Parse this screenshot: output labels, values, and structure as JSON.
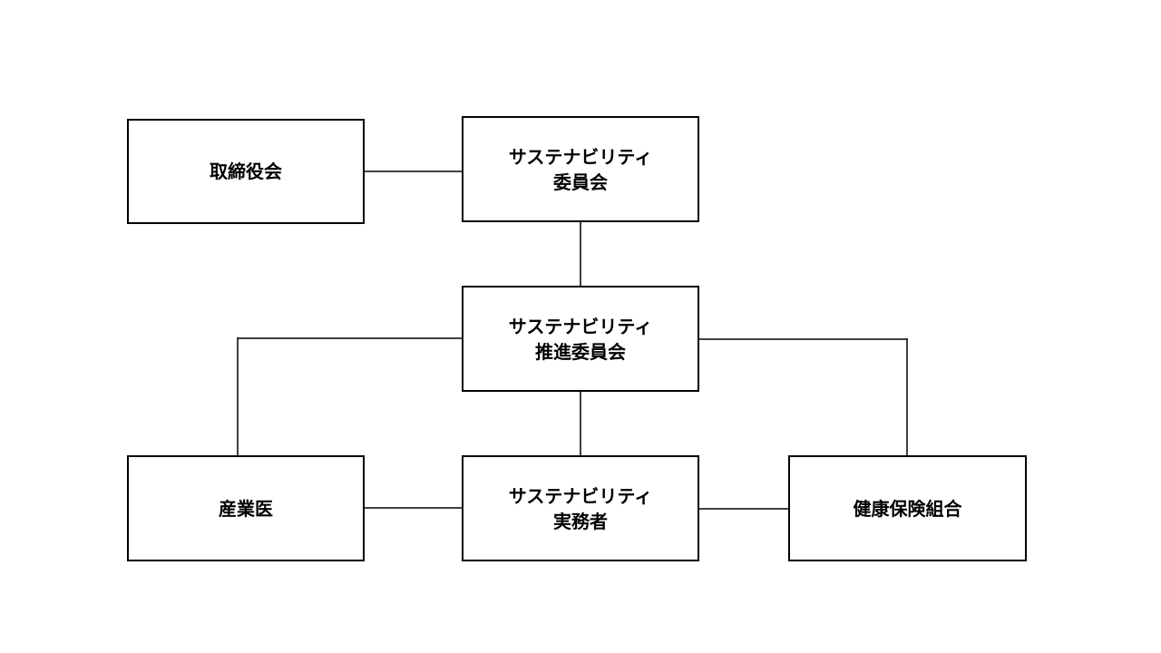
{
  "nodes": {
    "board": {
      "lines": [
        "取締役会"
      ]
    },
    "committee": {
      "lines": [
        "サステナビリティ",
        "委員会"
      ]
    },
    "promotion": {
      "lines": [
        "サステナビリティ",
        "推進委員会"
      ]
    },
    "doctor": {
      "lines": [
        "産業医"
      ]
    },
    "staff": {
      "lines": [
        "サステナビリティ",
        "実務者"
      ]
    },
    "insurance": {
      "lines": [
        "健康保険組合"
      ]
    }
  },
  "connections": [
    [
      "board",
      "committee"
    ],
    [
      "committee",
      "promotion"
    ],
    [
      "promotion",
      "doctor"
    ],
    [
      "promotion",
      "staff"
    ],
    [
      "promotion",
      "insurance"
    ],
    [
      "doctor",
      "staff"
    ],
    [
      "staff",
      "insurance"
    ]
  ]
}
